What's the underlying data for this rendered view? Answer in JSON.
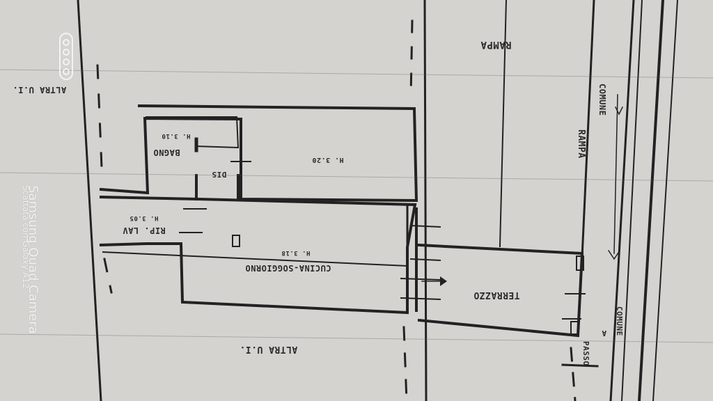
{
  "watermark": {
    "title": "Samsung Quad Camera",
    "subtitle": "Scattata con Galaxy A12",
    "icon": "four-circles-camera-icon"
  },
  "rooms": {
    "bathroom": "BAGNO",
    "bathroom_height": "H. 3.10",
    "disimpegno": "DIS",
    "utility": "RIP. LAV",
    "utility_height": "H. 3.05",
    "room_height": "H. 3.20",
    "kitchen": "CUCINA-SOGGIORNO",
    "kitchen_height": "H. 3.18",
    "terrace": "TERRAZZO",
    "other_units": "ALTRA U.I.",
    "left_units": "ALTRA U.I.",
    "ramp": "RAMPA",
    "ramp_common": "RAMPA",
    "common": "COMUNE",
    "passage": "PASSO",
    "passage_to": "A",
    "passage_common": "COMUNE"
  }
}
